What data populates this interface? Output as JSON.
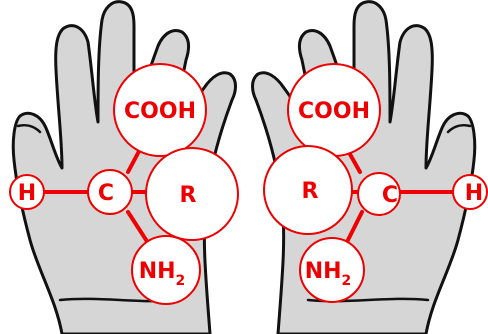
{
  "left_hand": {
    "cooh": "COOH",
    "r": "R",
    "c": "C",
    "h": "H",
    "nh": "NH",
    "nh_sub": "2"
  },
  "right_hand": {
    "cooh": "COOH",
    "r": "R",
    "c": "C",
    "h": "H",
    "nh": "NH",
    "nh_sub": "2"
  },
  "colors": {
    "label": "#ee0000",
    "hand_fill": "#d6d6d6",
    "outline": "#111111"
  }
}
